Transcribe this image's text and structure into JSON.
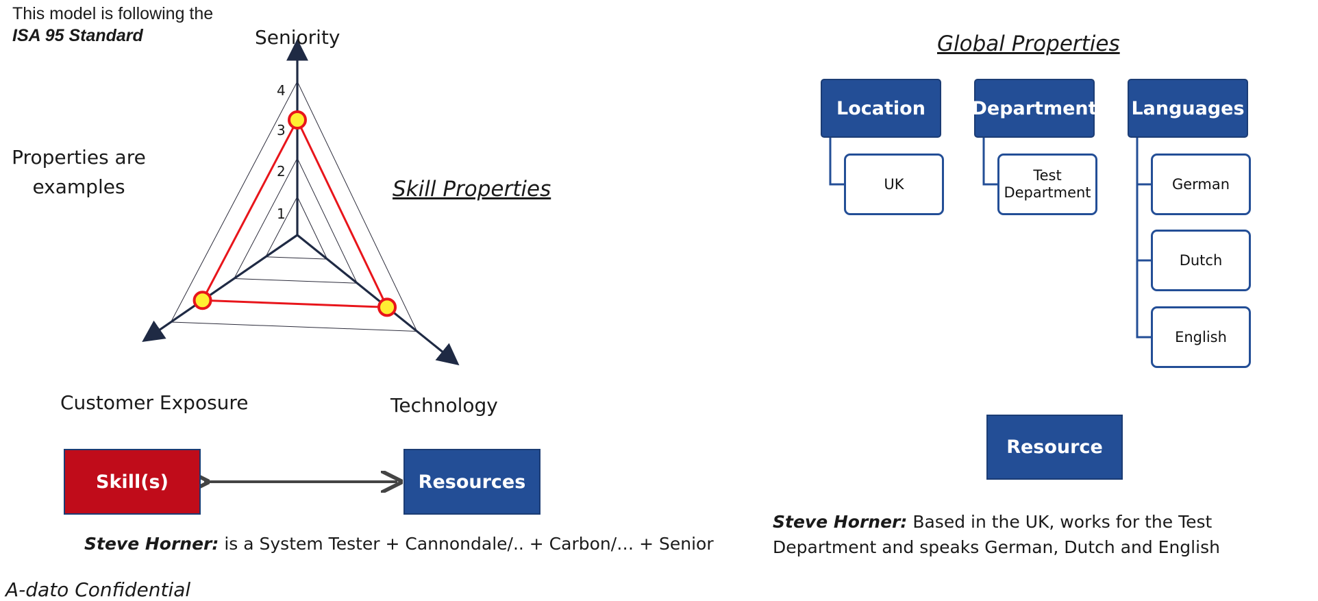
{
  "header_note": {
    "line1": "This model is following the",
    "line2": "ISA 95 Standard"
  },
  "properties_note": "Properties are examples",
  "radar": {
    "axes": [
      {
        "name": "Seniority",
        "value": 3
      },
      {
        "name": "Technology",
        "value": 3
      },
      {
        "name": "Customer Exposure",
        "value": 3
      }
    ],
    "ticks": [
      "1",
      "2",
      "3",
      "4"
    ],
    "max": 4,
    "profile_color": "#e8151b",
    "marker_fill": "#ffee33"
  },
  "skill_properties_title": "Skill Properties",
  "skills_box": "Skill(s)",
  "resources_box": "Resources",
  "left_description": {
    "name": "Steve Horner:",
    "text": " is a System Tester + Cannondale/.. + Carbon/… + Senior"
  },
  "confidential": "A-dato Confidential",
  "global_properties_title": "Global Properties",
  "global_groups": [
    {
      "header": "Location",
      "items": [
        "UK"
      ]
    },
    {
      "header": "Department",
      "items": [
        "Test Department"
      ]
    },
    {
      "header": "Languages",
      "items": [
        "German",
        "Dutch",
        "English"
      ]
    }
  ],
  "resource_box": "Resource",
  "right_description": {
    "name": "Steve Horner:",
    "text": " Based in the UK, works for the Test Department and speaks German,  Dutch and English"
  },
  "colors": {
    "blue": "#234e96",
    "red": "#c00c1a",
    "dark": "#1f2a44"
  }
}
